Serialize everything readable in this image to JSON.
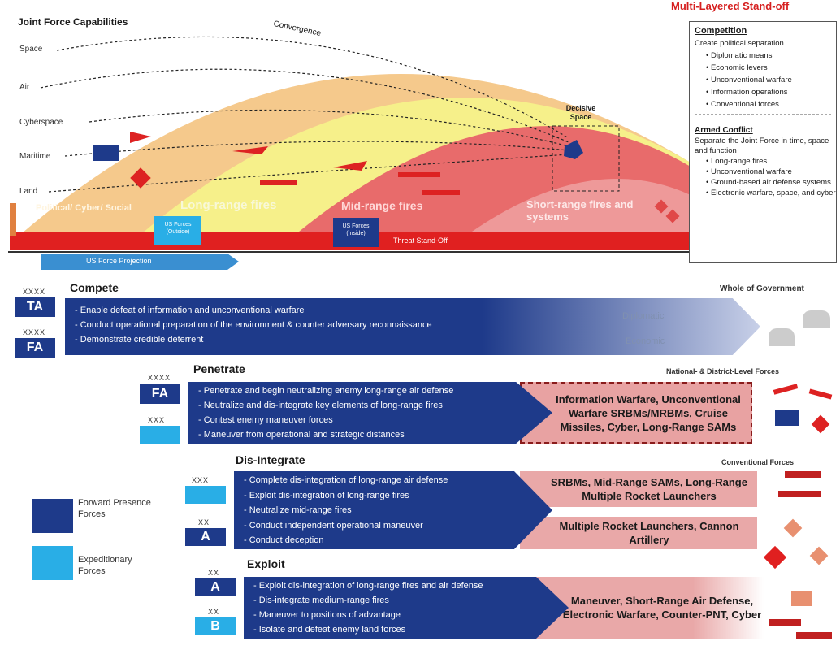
{
  "header": {
    "joint_force": "Joint Force Capabilities",
    "multi_layered": "Multi-Layered Stand-off",
    "convergence": "Convergence",
    "decisive_space": "Decisive Space"
  },
  "domains": [
    "Space",
    "Air",
    "Cyberspace",
    "Maritime",
    "Land"
  ],
  "zones": {
    "political": "Political/ Cyber/ Social",
    "long_range": "Long-range fires",
    "mid_range": "Mid-range fires",
    "short_range": "Short-range fires and systems"
  },
  "bars": {
    "force_projection": "US Force Projection",
    "threat_standoff": "Threat Stand-Off",
    "forces_outside": "US Forces (Outside)",
    "forces_inside": "US Forces (Inside)"
  },
  "side_box": {
    "competition_title": "Competition",
    "competition_desc": "Create political separation",
    "competition_items": [
      "Diplomatic means",
      "Economic levers",
      "Unconventional warfare",
      "Information operations",
      "Conventional forces"
    ],
    "armed_title": "Armed Conflict",
    "armed_desc": "Separate the Joint Force in time, space and function",
    "armed_items": [
      "Long-range fires",
      "Unconventional warfare",
      "Ground-based air defense systems",
      "Electronic warfare, space, and cyber"
    ]
  },
  "compete": {
    "title": "Compete",
    "right_label": "Whole of Government",
    "unit1": "XXXX",
    "badge1": "TA",
    "unit2": "XXXX",
    "badge2": "FA",
    "items": [
      "Enable defeat of information and unconventional warfare",
      "Conduct operational preparation of the environment & counter adversary reconnaissance",
      "Demonstrate credible deterrent"
    ],
    "diplomatic": "Diplomatic",
    "economic": "Economic"
  },
  "penetrate": {
    "title": "Penetrate",
    "right_label": "National- & District-Level Forces",
    "unit1": "XXXX",
    "badge1": "FA",
    "unit2": "XXX",
    "items": [
      "Penetrate and begin neutralizing enemy long-range air defense",
      "Neutralize and dis-integrate key elements of long-range fires",
      "Contest enemy maneuver forces",
      "Maneuver from operational and strategic distances"
    ],
    "threats": "Information Warfare, Unconventional Warfare SRBMs/MRBMs, Cruise Missiles, Cyber, Long-Range SAMs"
  },
  "disintegrate": {
    "title": "Dis-Integrate",
    "right_label": "Conventional Forces",
    "unit1": "XXX",
    "unit2": "XX",
    "badge2": "A",
    "items": [
      "Complete dis-integration of long-range air defense",
      "Exploit dis-integration of long-range fires",
      "Neutralize mid-range fires",
      "Conduct independent operational maneuver",
      "Conduct deception"
    ],
    "threats1": "SRBMs, Mid-Range SAMs, Long-Range Multiple Rocket Launchers",
    "threats2": "Multiple Rocket Launchers, Cannon Artillery"
  },
  "exploit": {
    "title": "Exploit",
    "unit1": "XX",
    "badge1": "A",
    "unit2": "XX",
    "badge2": "B",
    "items": [
      "Exploit dis-integration of long-range fires and air defense",
      "Dis-integrate medium-range fires",
      "Maneuver to positions of advantage",
      "Isolate and defeat enemy land forces"
    ],
    "threats": "Maneuver, Short-Range Air Defense, Electronic Warfare, Counter-PNT, Cyber"
  },
  "legend": {
    "forward": "Forward Presence Forces",
    "expeditionary": "Expeditionary Forces",
    "forward_color": "#1e3a8a",
    "expeditionary_color": "#29aee6"
  }
}
